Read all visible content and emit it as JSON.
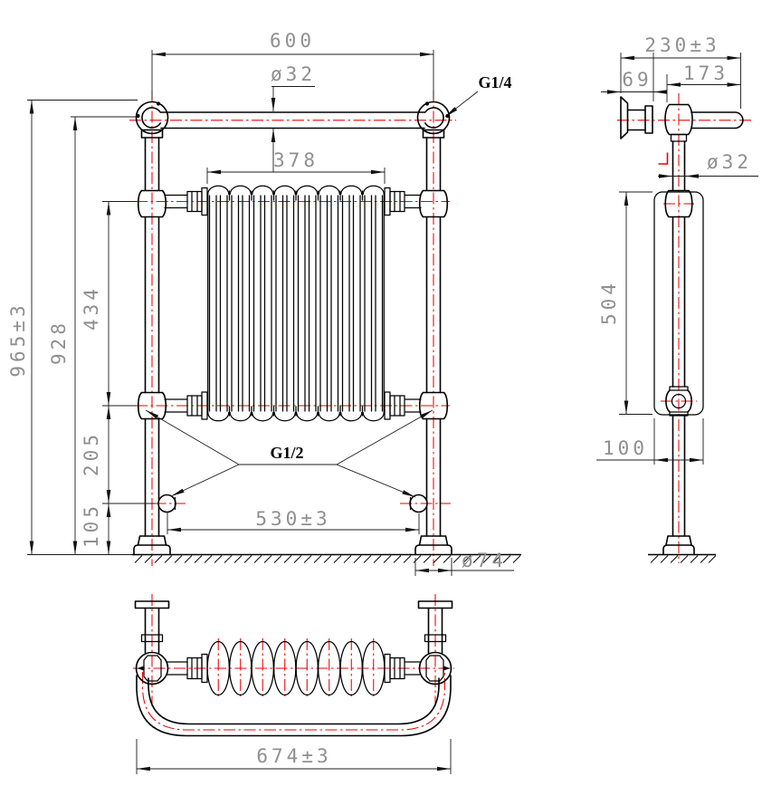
{
  "drawing_title": "Traditional towel rail radiator dimensioned drawing",
  "views": {
    "front": {
      "dim_rail_length": "600",
      "dim_rail_diameter": "ø32",
      "dim_radiator_width": "378",
      "dim_overall_height": "965±3",
      "dim_rail_center_height": "928",
      "dim_radiator_height": "434",
      "dim_valve_center_height": "205",
      "dim_valve_floor_offset": "105",
      "dim_valve_spacing": "530±3",
      "dim_foot_diameter": "ø74",
      "label_top_connection": "G1/4",
      "label_bottom_connection": "G1/2"
    },
    "side": {
      "dim_overall_depth": "230±3",
      "dim_wall_to_post": "69",
      "dim_post_to_rail_end": "173",
      "dim_post_diameter": "ø32",
      "dim_panel_height": "504",
      "dim_panel_depth": "100"
    },
    "bottom": {
      "dim_overall_width": "674±3"
    }
  },
  "colors": {
    "outline": "#000000",
    "centerline": "#ee0000",
    "dimension_text": "#8f8f8f",
    "label_text": "#000000",
    "background": "#ffffff"
  }
}
